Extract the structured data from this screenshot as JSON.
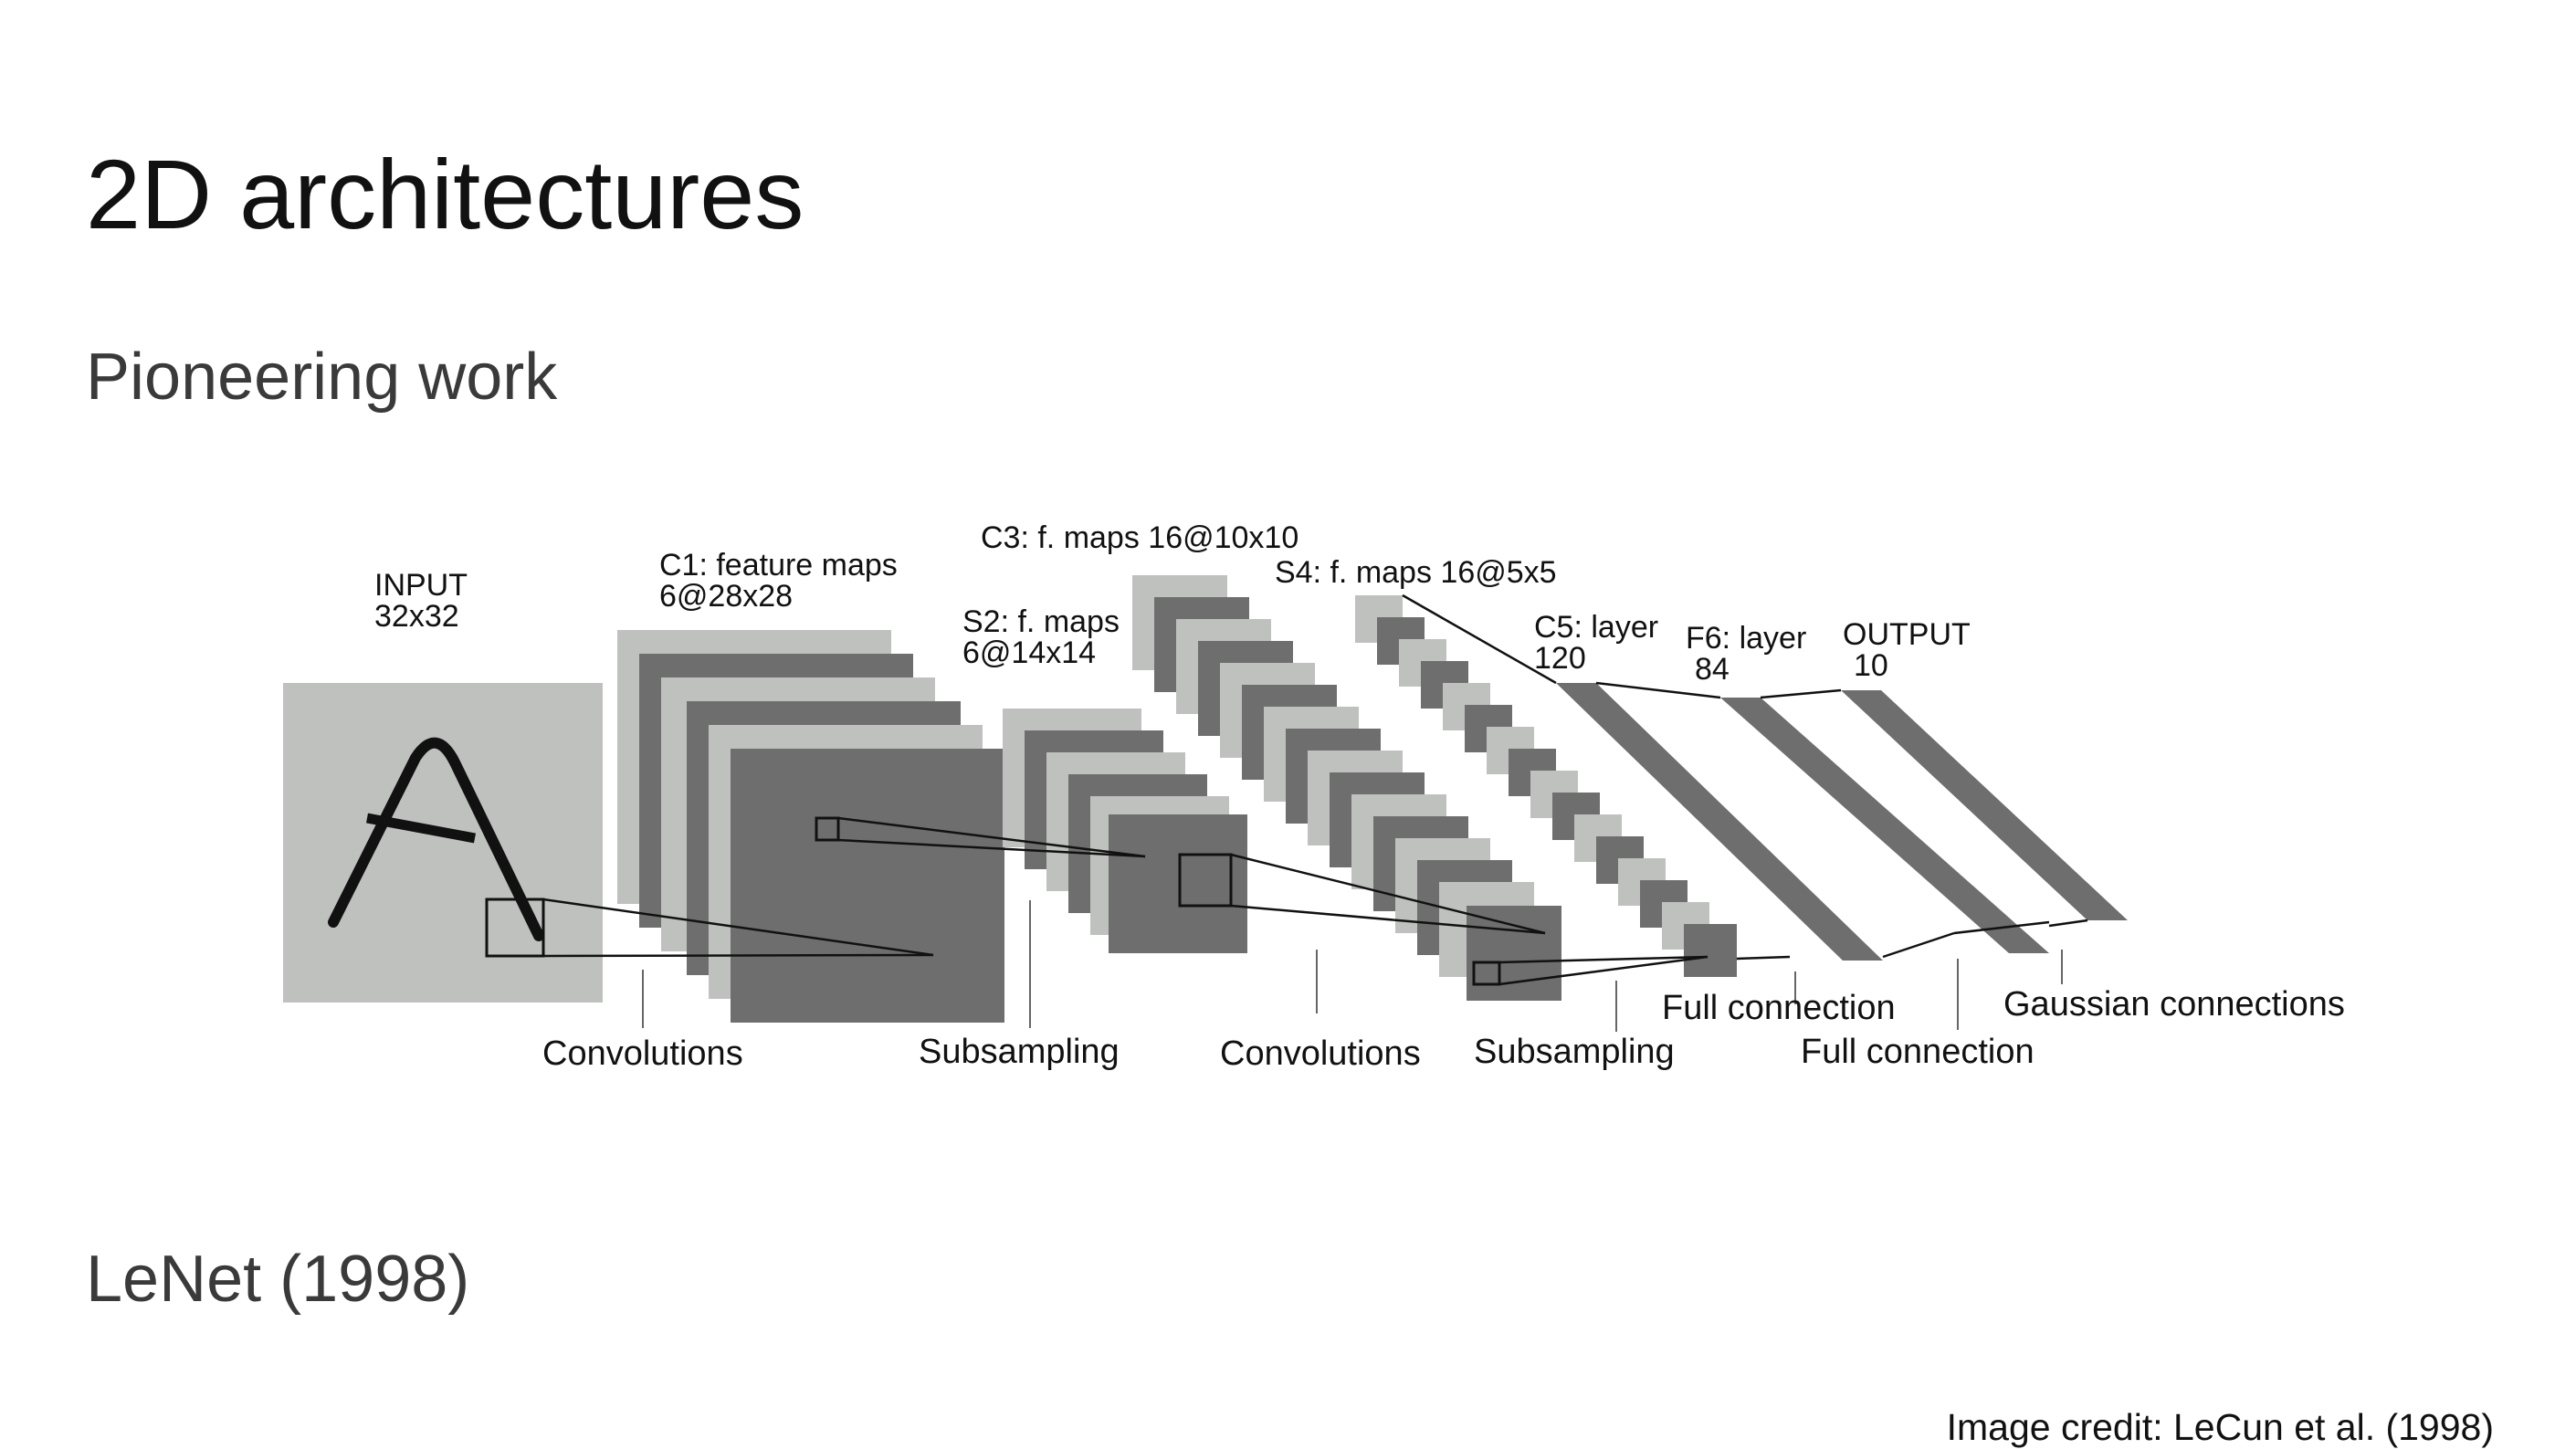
{
  "slide": {
    "title": "2D architectures",
    "subtitle": "Pioneering work",
    "caption": "LeNet (1998)",
    "credit": "Image credit: LeCun et al. (1998)"
  },
  "diagram": {
    "layers": {
      "input": [
        "INPUT",
        "32x32"
      ],
      "c1": [
        "C1: feature maps",
        "6@28x28"
      ],
      "s2": [
        "S2: f. maps",
        "6@14x14"
      ],
      "c3": [
        "C3: f. maps 16@10x10"
      ],
      "s4": [
        "S4: f. maps 16@5x5"
      ],
      "c5": [
        "C5: layer",
        "120"
      ],
      "f6": [
        "F6: layer",
        "84"
      ],
      "output": [
        "OUTPUT",
        "10"
      ]
    },
    "operations": {
      "conv1": "Convolutions",
      "sub1": "Subsampling",
      "conv2": "Convolutions",
      "sub2": "Subsampling",
      "full1": "Full connection",
      "full2": "Full connection",
      "gauss": "Gaussian connections"
    }
  },
  "colors": {
    "light_map": "#bfc1bf",
    "dark_map": "#6e6e6e",
    "text": "#111111"
  }
}
